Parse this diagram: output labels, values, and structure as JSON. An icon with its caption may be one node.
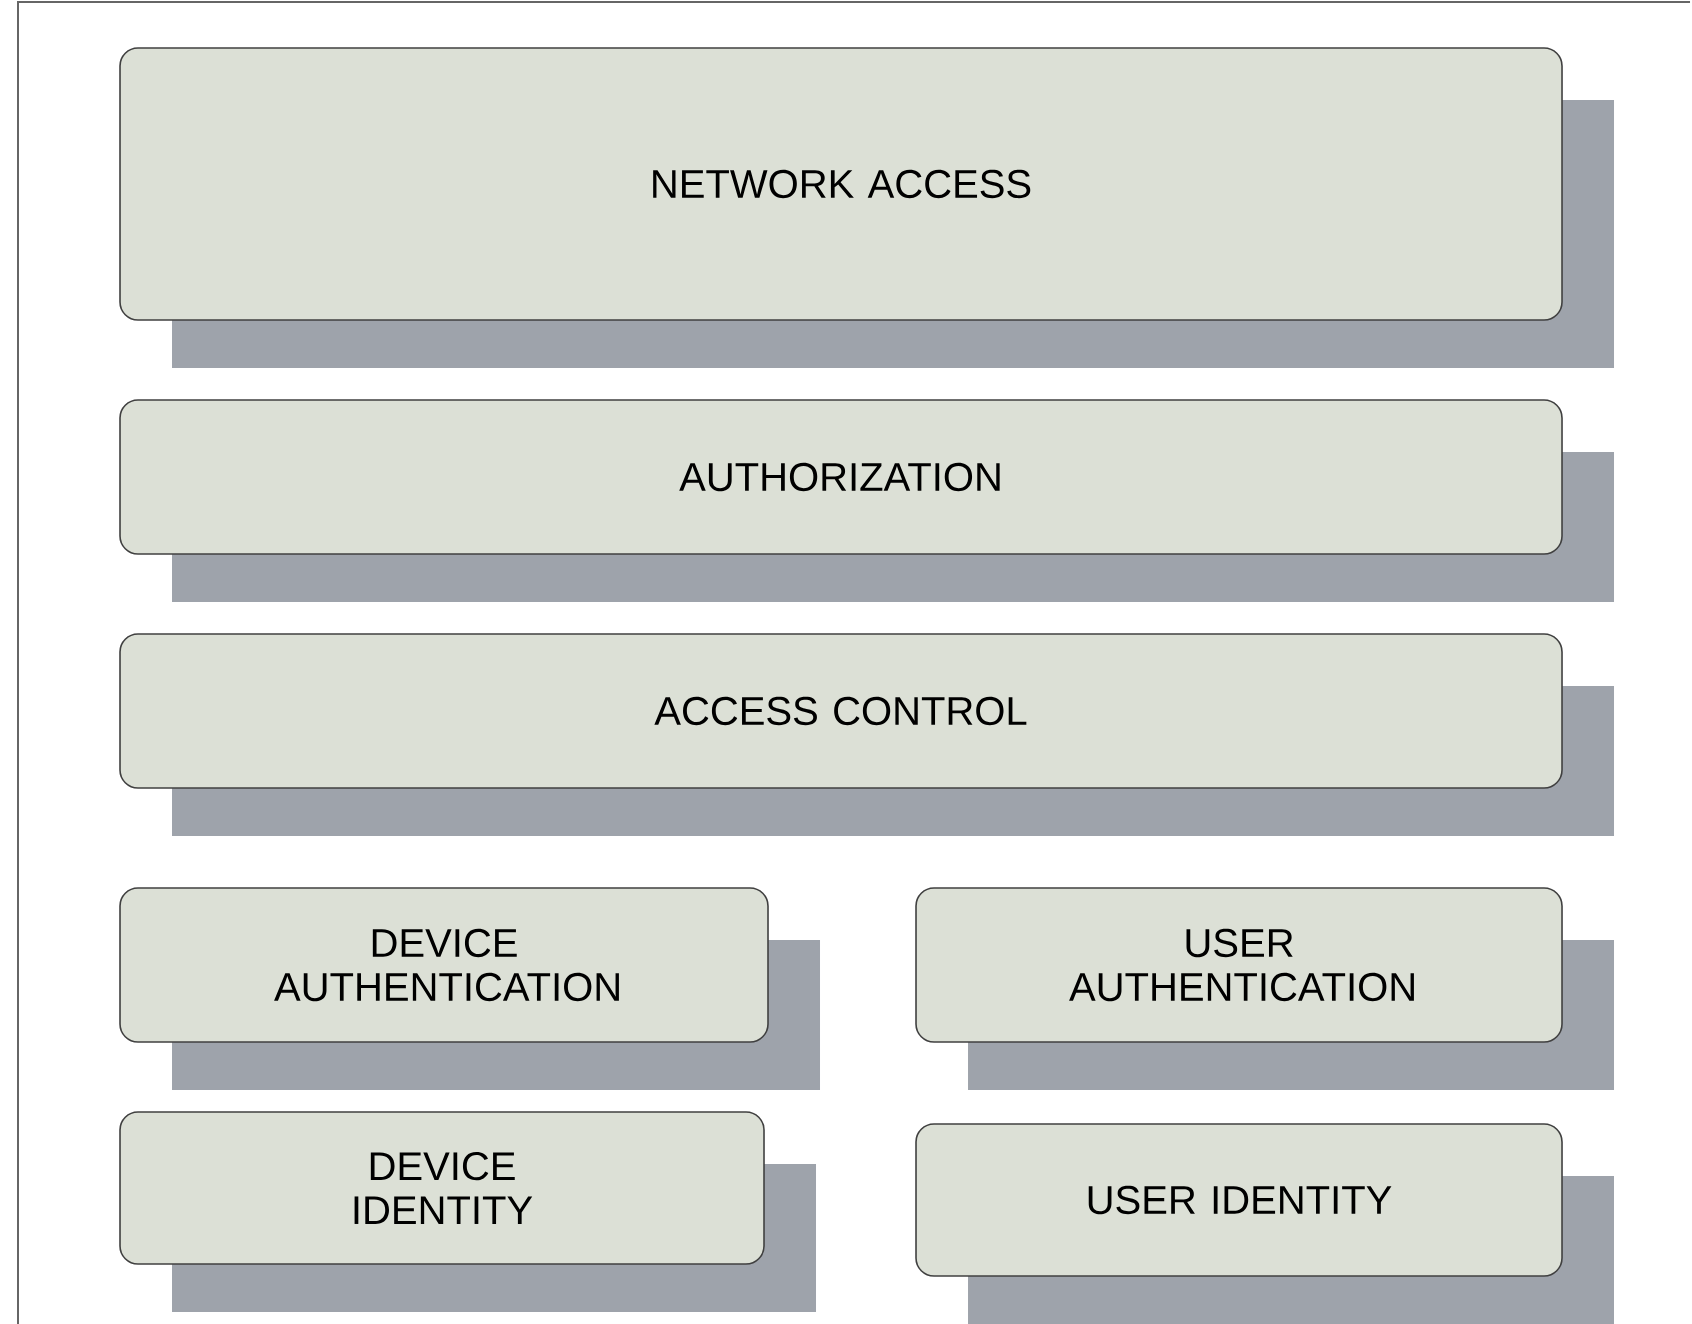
{
  "diagram": {
    "nodes": [
      {
        "text": [
          "NETWORK ACCESS"
        ]
      },
      {
        "text": [
          "AUTHORIZATION"
        ]
      },
      {
        "text": [
          "ACCESS CONTROL"
        ]
      },
      {
        "text": [
          "DEVICE AUTHENTICATION"
        ]
      },
      {
        "text": [
          "USER AUTHENTICATION"
        ]
      },
      {
        "text": [
          "DEVICE IDENTITY"
        ]
      },
      {
        "text": [
          "USER IDENTITY"
        ]
      }
    ]
  }
}
